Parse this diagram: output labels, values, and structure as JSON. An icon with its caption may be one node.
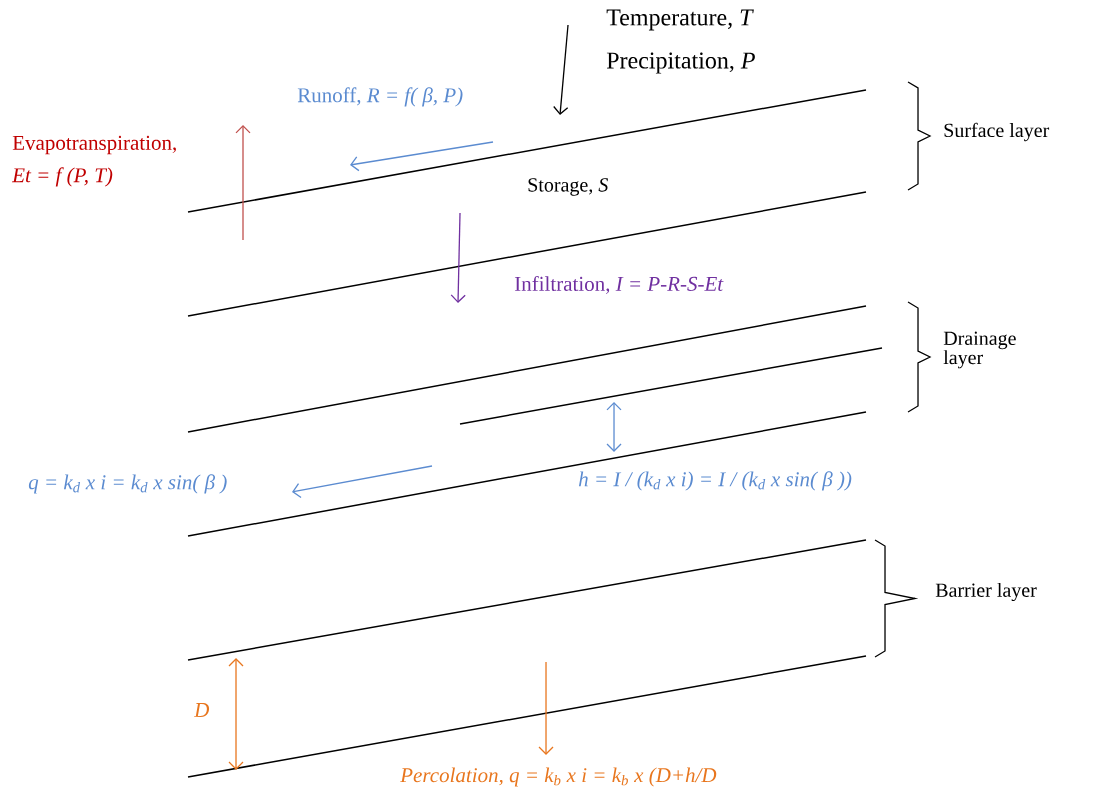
{
  "diagram": {
    "labels": [
      "Temperature, *T*",
      "Precipitation, *P*",
      "Runoff, *R = f( β, P)*",
      "Evapotranspiration,",
      "Et = f (P, T)",
      "Surface layer",
      "Storage, *S*",
      "Infiltration, *I = P-R-S-Et*",
      "Drainage layer",
      "q = k$_{d}$ x i = k$_{d}$ x sin( β )",
      "h = I / (k$_{d}$ x i) = I / (k$_{d}$ x sin( β ))",
      "Barrier layer",
      "D",
      "Percolation, q = k$_{b}$ x i = k$_{b}$ x (D+h/D"
    ]
  }
}
